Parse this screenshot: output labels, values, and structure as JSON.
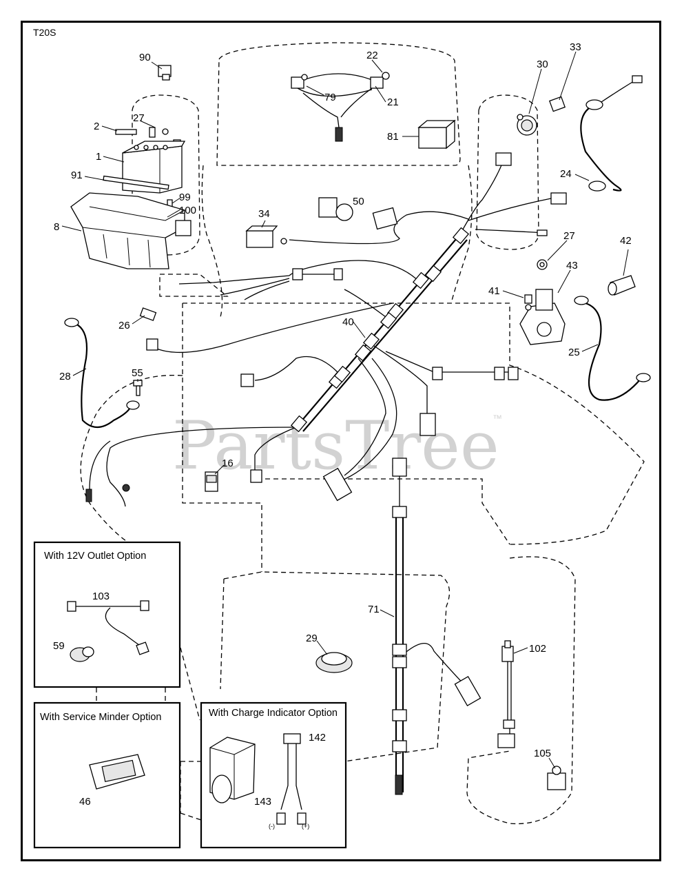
{
  "diagram_code": "T20S",
  "watermark": "PartsTree",
  "watermark_tm": "™",
  "part_numbers": {
    "p90": "90",
    "p22": "22",
    "p30": "30",
    "p33": "33",
    "p27a": "27",
    "p2": "2",
    "p21": "21",
    "p79": "79",
    "p1": "1",
    "p81": "81",
    "p91": "91",
    "p24": "24",
    "p99": "99",
    "p100": "100",
    "p8": "8",
    "p34": "34",
    "p50": "50",
    "p27b": "27",
    "p42": "42",
    "p43": "43",
    "p41": "41",
    "p26": "26",
    "p40": "40",
    "p25": "25",
    "p28": "28",
    "p55": "55",
    "p16": "16",
    "p103": "103",
    "p59": "59",
    "p71": "71",
    "p29": "29",
    "p102": "102",
    "p105": "105",
    "p46": "46",
    "p142": "142",
    "p143": "143"
  },
  "option_boxes": {
    "outlet_title": "With 12V Outlet Option",
    "service_title": "With Service Minder Option",
    "charge_title": "With Charge Indicator Option"
  },
  "charge_terminals": {
    "neg": "(-)",
    "pos": "(+)"
  }
}
